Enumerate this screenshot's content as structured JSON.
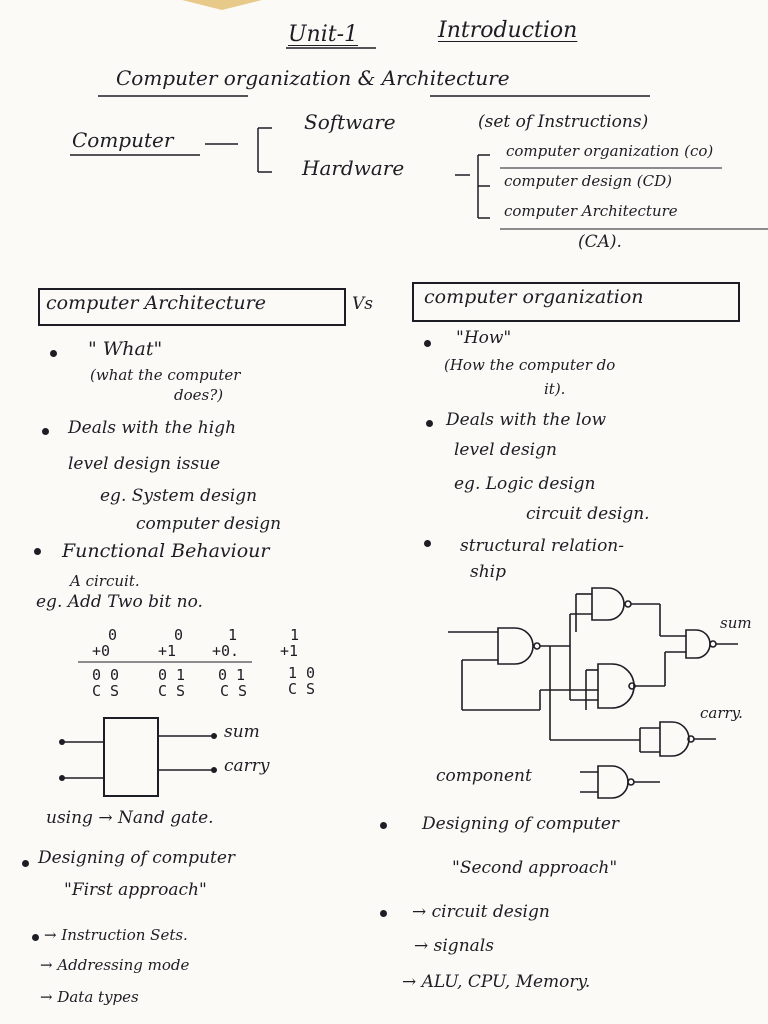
{
  "header": {
    "unit": "Unit-1",
    "title": "Introduction",
    "subtitle": "Computer organization & Architecture"
  },
  "tree": {
    "root": "Computer",
    "software": "Software",
    "software_note": "(set of Instructions)",
    "hardware": "Hardware",
    "branches": [
      "computer organization (co)",
      "computer design (CD)",
      "computer Architecture"
    ],
    "ca_abbr": "(CA)."
  },
  "compare": {
    "left_title": "computer Architecture",
    "vs": "Vs",
    "right_title": "computer organization"
  },
  "left": {
    "what": "\" What\"",
    "what_note": [
      "(what the computer",
      "does?)"
    ],
    "deals": [
      "Deals with the high",
      "level design issue"
    ],
    "eg": [
      "eg. System design",
      "computer design"
    ],
    "functional": "Functional Behaviour",
    "circuit": "A circuit.",
    "add_eg": "eg. Add Two bit no.",
    "sums": [
      {
        "top": "0",
        "add": "+0",
        "res": "0 0"
      },
      {
        "top": "0",
        "add": "+1",
        "res": "0 1"
      },
      {
        "top": "1",
        "add": "+0.",
        "res": "0 1"
      },
      {
        "top": "1",
        "add": "+1",
        "res": "1 0"
      }
    ],
    "cs_label": "C S",
    "block_out1": "sum",
    "block_out2": "carry",
    "using": "using → Nand gate.",
    "designing": "Designing of computer",
    "approach": "\"First approach\"",
    "list": [
      "→ Instruction Sets.",
      "→ Addressing mode",
      "→ Data types"
    ]
  },
  "right": {
    "how": "\"How\"",
    "how_note": [
      "(How the computer do",
      "it)."
    ],
    "deals": [
      "Deals with the low",
      "level design"
    ],
    "eg": [
      "eg. Logic design",
      "circuit design."
    ],
    "structural": [
      "structural relation-",
      "ship"
    ],
    "sum_label": "sum",
    "carry_label": "carry.",
    "component": "component",
    "designing": "Designing of computer",
    "approach": "\"Second approach\"",
    "list": [
      "→ circuit design",
      "→ signals",
      "→ ALU, CPU, Memory."
    ]
  }
}
